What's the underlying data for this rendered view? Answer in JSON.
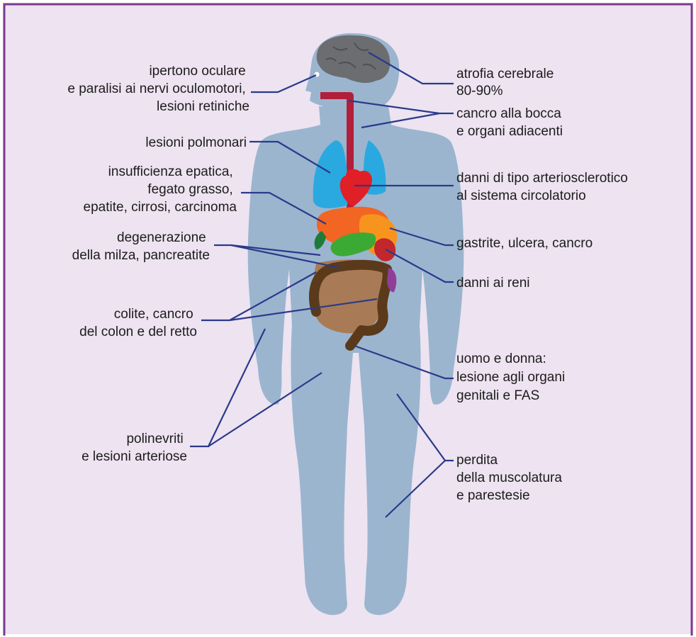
{
  "colors": {
    "background": "#ede3f1",
    "frame": "#7b3c8e",
    "body": "#9bb5cf",
    "brain": "#6b6d70",
    "esophagus": "#b21f3a",
    "lungs": "#2aa9e0",
    "heart": "#e11f26",
    "liver": "#f26522",
    "stomach": "#f7941d",
    "pancreas": "#3aaa35",
    "kidney": "#c1272d",
    "spleen": "#1e7b3a",
    "intestine_small": "#a87b56",
    "intestine_large": "#5a3a1a",
    "genital": "#8e3e99",
    "leader_line": "#2a3a8a"
  },
  "labels": {
    "eye": [
      "ipertono oculare",
      "e paralisi ai nervi oculomotori,",
      "lesioni retiniche"
    ],
    "brain": [
      "atrofia cerebrale",
      "80-90%"
    ],
    "mouth": [
      "cancro alla bocca",
      "e organi adiacenti"
    ],
    "lungs": [
      "lesioni polmonari"
    ],
    "liver": [
      "insufficienza epatica,",
      "fegato grasso,",
      "epatite, cirrosi, carcinoma"
    ],
    "heart": [
      "danni di tipo arteriosclerotico",
      "al sistema circolatorio"
    ],
    "spleen": [
      "degenerazione",
      "della milza, pancreatite"
    ],
    "stomach": [
      "gastrite, ulcera, cancro"
    ],
    "kidneys": [
      "danni ai reni"
    ],
    "colon": [
      "colite, cancro",
      "del colon e del retto"
    ],
    "genital": [
      "uomo e donna:",
      "lesione agli organi",
      "genitali e FAS"
    ],
    "nerves": [
      "polinevriti",
      "e lesioni arteriose"
    ],
    "muscle": [
      "perdita",
      "della muscolatura",
      "e parestesie"
    ]
  }
}
